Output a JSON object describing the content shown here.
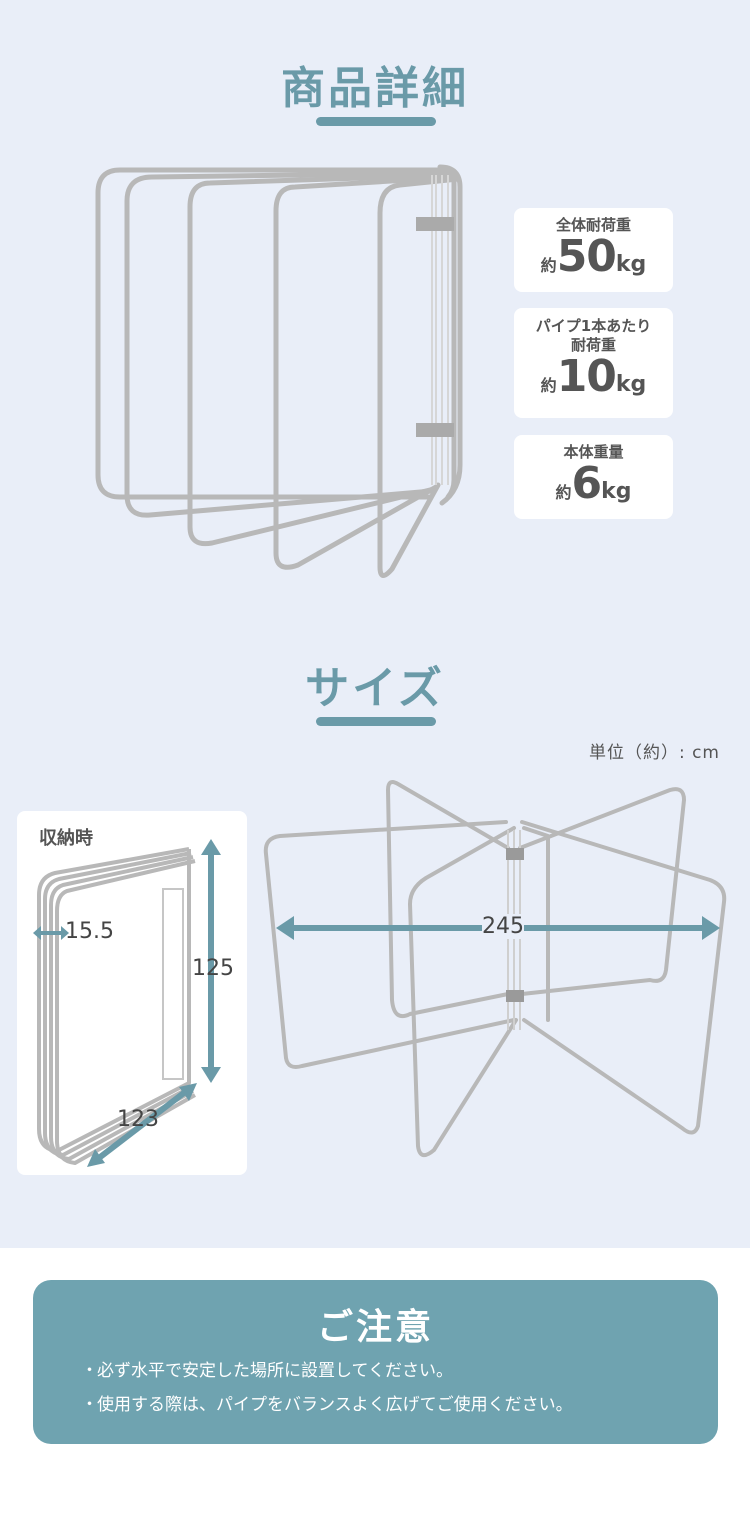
{
  "details": {
    "title": "商品詳細",
    "specs": [
      {
        "label_lines": [
          "全体耐荷重"
        ],
        "prefix": "約",
        "value": "50",
        "unit": "kg"
      },
      {
        "label_lines": [
          "パイプ1本あたり",
          "耐荷重"
        ],
        "prefix": "約",
        "value": "10",
        "unit": "kg"
      },
      {
        "label_lines": [
          "本体重量"
        ],
        "prefix": "約",
        "value": "6",
        "unit": "kg"
      }
    ]
  },
  "size": {
    "title": "サイズ",
    "unit_note": "単位（約）: cm",
    "storage_label": "収納時",
    "folded_depth": "15.5",
    "folded_height": "125",
    "folded_width": "123",
    "open_width": "245"
  },
  "notice": {
    "title": "ご注意",
    "bullet": "・",
    "items": [
      "必ず水平で安定した場所に設置してください。",
      "使用する際は、パイプをバランスよく広げてご使用ください。"
    ]
  },
  "colors": {
    "accent": "#6a9aa8",
    "background": "#e9eef8",
    "notice_background": "#6fa3b0",
    "metal": "#b9b9b9"
  }
}
